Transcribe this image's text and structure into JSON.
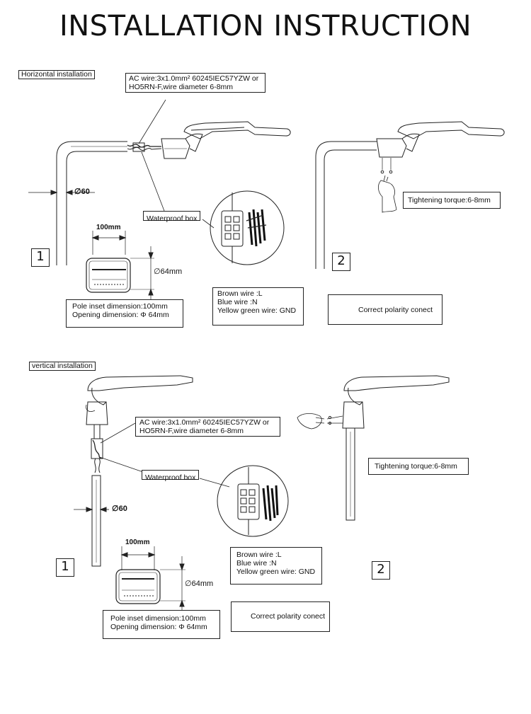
{
  "title": "INSTALLATION INSTRUCTION",
  "horizontal": {
    "section_label": "Horizontal installation",
    "ac_wire_line1": "AC wire:3x1.0mm² 60245IEC57YZW or",
    "ac_wire_line2": "HO5RN-F,wire diameter 6-8mm",
    "diameter_label": "∅60",
    "waterproof_label": "Waterproof box",
    "step1": "1",
    "step2": "2",
    "inset_width": "100mm",
    "opening_dia": "∅64mm",
    "pole_inset": "Pole inset dimension:100mm",
    "opening_dimension": "Opening dimension: Φ 64mm",
    "brown_wire": "Brown wire :L",
    "blue_wire": "Blue wire :N",
    "yg_wire": "Yellow green wire: GND",
    "torque": "Tightening torque:6-8mm",
    "polarity": "Correct polarity conect"
  },
  "vertical": {
    "section_label": "vertical installation",
    "ac_wire_line1": "AC wire:3x1.0mm² 60245IEC57YZW or",
    "ac_wire_line2": "HO5RN-F,wire diameter 6-8mm",
    "waterproof_label": "Waterproof box",
    "diameter_label": "∅60",
    "step1": "1",
    "step2": "2",
    "inset_width": "100mm",
    "opening_dia": "∅64mm",
    "pole_inset": "Pole inset dimension:100mm",
    "opening_dimension": "Opening dimension: Φ 64mm",
    "brown_wire": "Brown wire :L",
    "blue_wire": "Blue wire :N",
    "yg_wire": "Yellow green wire: GND",
    "torque": "Tightening torque:6-8mm",
    "polarity": "Correct polarity conect"
  }
}
